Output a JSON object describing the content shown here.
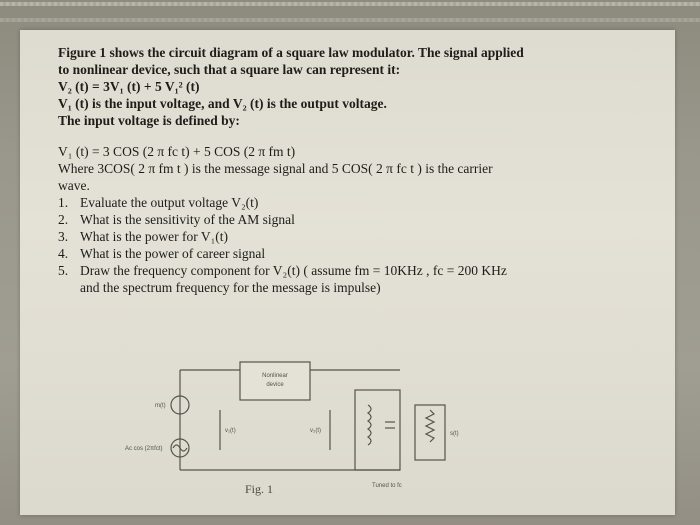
{
  "document": {
    "heading": "Figure 1 shows the circuit diagram of a square law modulator. The signal applied",
    "heading_cont": "to nonlinear device, such that a square law can represent it:",
    "eq_v2": "V₂ (t) = 3V₁ (t) + 5 V₁² (t)",
    "v1_desc": "V₁ (t) is the input voltage, and V₂ (t)   is the output voltage.",
    "input_def": "The input voltage is defined by:",
    "eq_v1": "V₁ (t) = 3 COS (2 π fc t) + 5 COS (2 π fm t)",
    "where_line": "Where  3COS( 2 π fm t ) is the message signal and 5 COS( 2 π fc t ) is the carrier",
    "wave": "wave.",
    "questions": [
      {
        "num": "1.",
        "text": "Evaluate the output voltage V₂(t)"
      },
      {
        "num": "2.",
        "text": "What is the sensitivity of the AM signal"
      },
      {
        "num": "3.",
        "text": "What is the power for V₁(t)"
      },
      {
        "num": "4.",
        "text": "What is the power of career signal"
      },
      {
        "num": "5.",
        "text": "Draw the frequency component for V₂(t) ( assume  fm = 10KHz ,  fc = 200 KHz"
      }
    ],
    "q5_cont": "and the spectrum frequency for the message is impulse)"
  },
  "figure": {
    "box_label_1": "Nonlinear",
    "box_label_2": "device",
    "source_label": "m(t)",
    "carrier_label": "Ac cos (2πfct)",
    "v1_label": "v₁(t)",
    "v2_label": "v₂(t)",
    "tuned_label": "Tuned to fc",
    "out_label": "s(t)",
    "caption": "Fig. 1"
  }
}
